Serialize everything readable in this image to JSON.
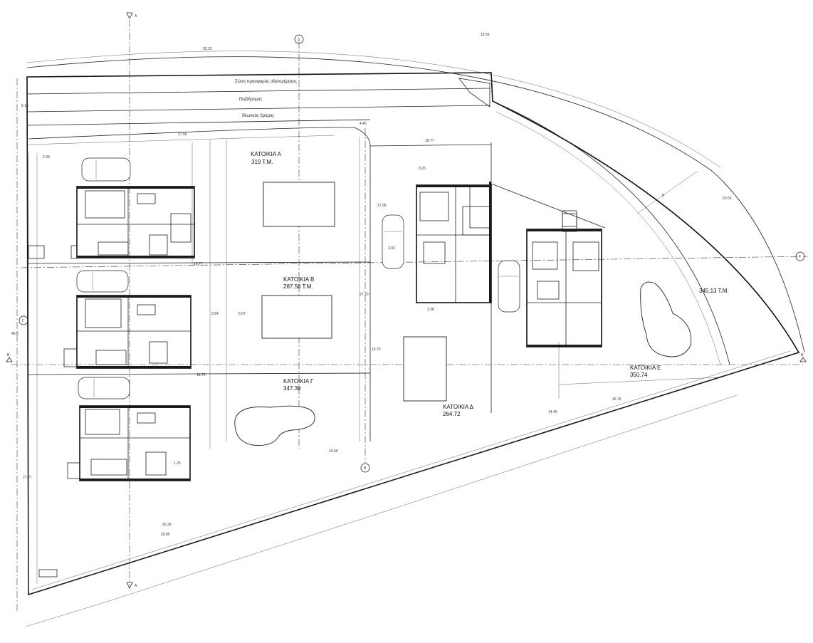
{
  "roads": {
    "utility_zone": "Ζώνη προσφοράς υδατορέματος",
    "sidewalk": "Πεζόδρομος",
    "private_road": "Ιδιωτικός δρόμος"
  },
  "units": [
    {
      "id": "A",
      "name": "ΚΑΤΟΙΚΙΑ Α",
      "area": "319  T.M."
    },
    {
      "id": "B",
      "name": "ΚΑΤΟΙΚΙΑ Β",
      "area": "287.56  T.M."
    },
    {
      "id": "C",
      "name": "ΚΑΤΟΙΚΙΑ Γ",
      "area": "347.38"
    },
    {
      "id": "D",
      "name": "ΚΑΤΟΙΚΙΑ Δ",
      "area": "264.72"
    },
    {
      "id": "E",
      "name": "ΚΑΤΟΙΚΙΑ Ε",
      "area": "350.74"
    },
    {
      "id": "F",
      "name": "",
      "area": "345.13  T.M."
    }
  ],
  "section_markers": {
    "a_top": "Α",
    "a_bottom": "Α",
    "b_left": "Β",
    "b_right": "Β",
    "g_right": "Γ",
    "g_left": "Γ",
    "d_top": "Δ",
    "b_bottom": "Β"
  },
  "dimensions": {
    "top_width": "32.23",
    "top_right": "19.56",
    "left_1": "5.16",
    "right_arc": "20.53",
    "left_height": "27.27",
    "left_height_2": "45.6",
    "d1": "27.56",
    "d2": "18.77",
    "d3": "4.40",
    "d4": "3.92",
    "d5": "27.70",
    "d6": "26.79",
    "d7": "14.40",
    "d8": "19.79",
    "d9": "26.85",
    "d10": "24.50",
    "d11": "26.29",
    "d12": "27.09",
    "d13": "9.54",
    "d14": "5.07",
    "d15": "8",
    "d16": "2.49",
    "d17": "3.25",
    "d18": "19.77",
    "d19": "16.79",
    "d20": "1.25",
    "d21": "3.38"
  }
}
